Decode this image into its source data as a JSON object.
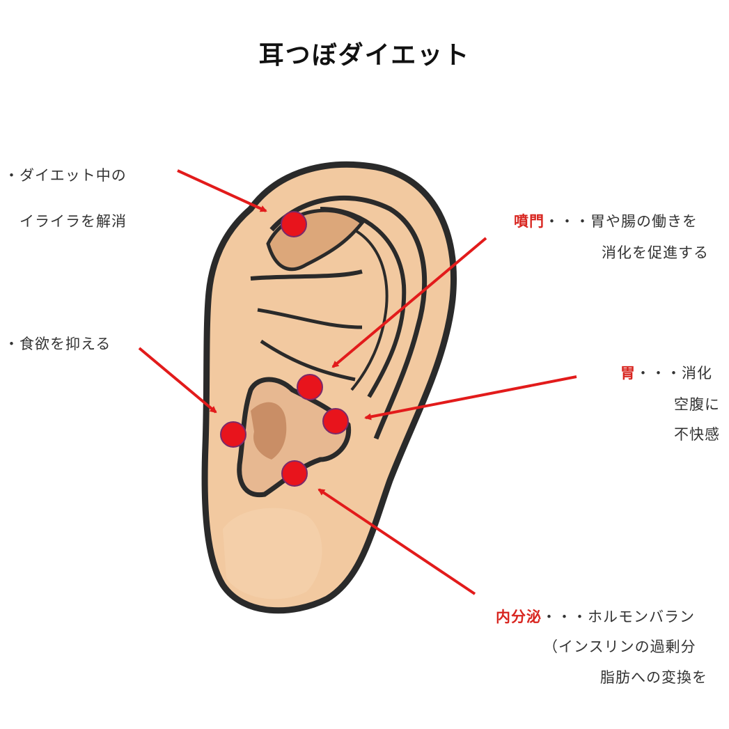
{
  "title": "耳つぼダイエット",
  "labels": {
    "left_top_1": "・ダイエット中の",
    "left_top_2": "イライラを解消",
    "left_mid": "・食欲を抑える",
    "funmon_name": "噴門",
    "funmon_1": "・・・胃や腸の働きを",
    "funmon_2": "消化を促進する",
    "i_name": "胃",
    "i_1": "・・・消化",
    "i_2": "空腹に",
    "i_3": "不快感",
    "naibunpitsu_name": "内分泌",
    "naibunpitsu_1": "・・・ホルモンバラン",
    "naibunpitsu_2": "（インスリンの過剰分",
    "naibunpitsu_3": "脂肪への変換を"
  },
  "colors": {
    "skin": "#f2c9a0",
    "skin_shadow": "#dca77a",
    "outline": "#2a2a2a",
    "point": "#e8141c",
    "arrow": "#e21b1b"
  }
}
